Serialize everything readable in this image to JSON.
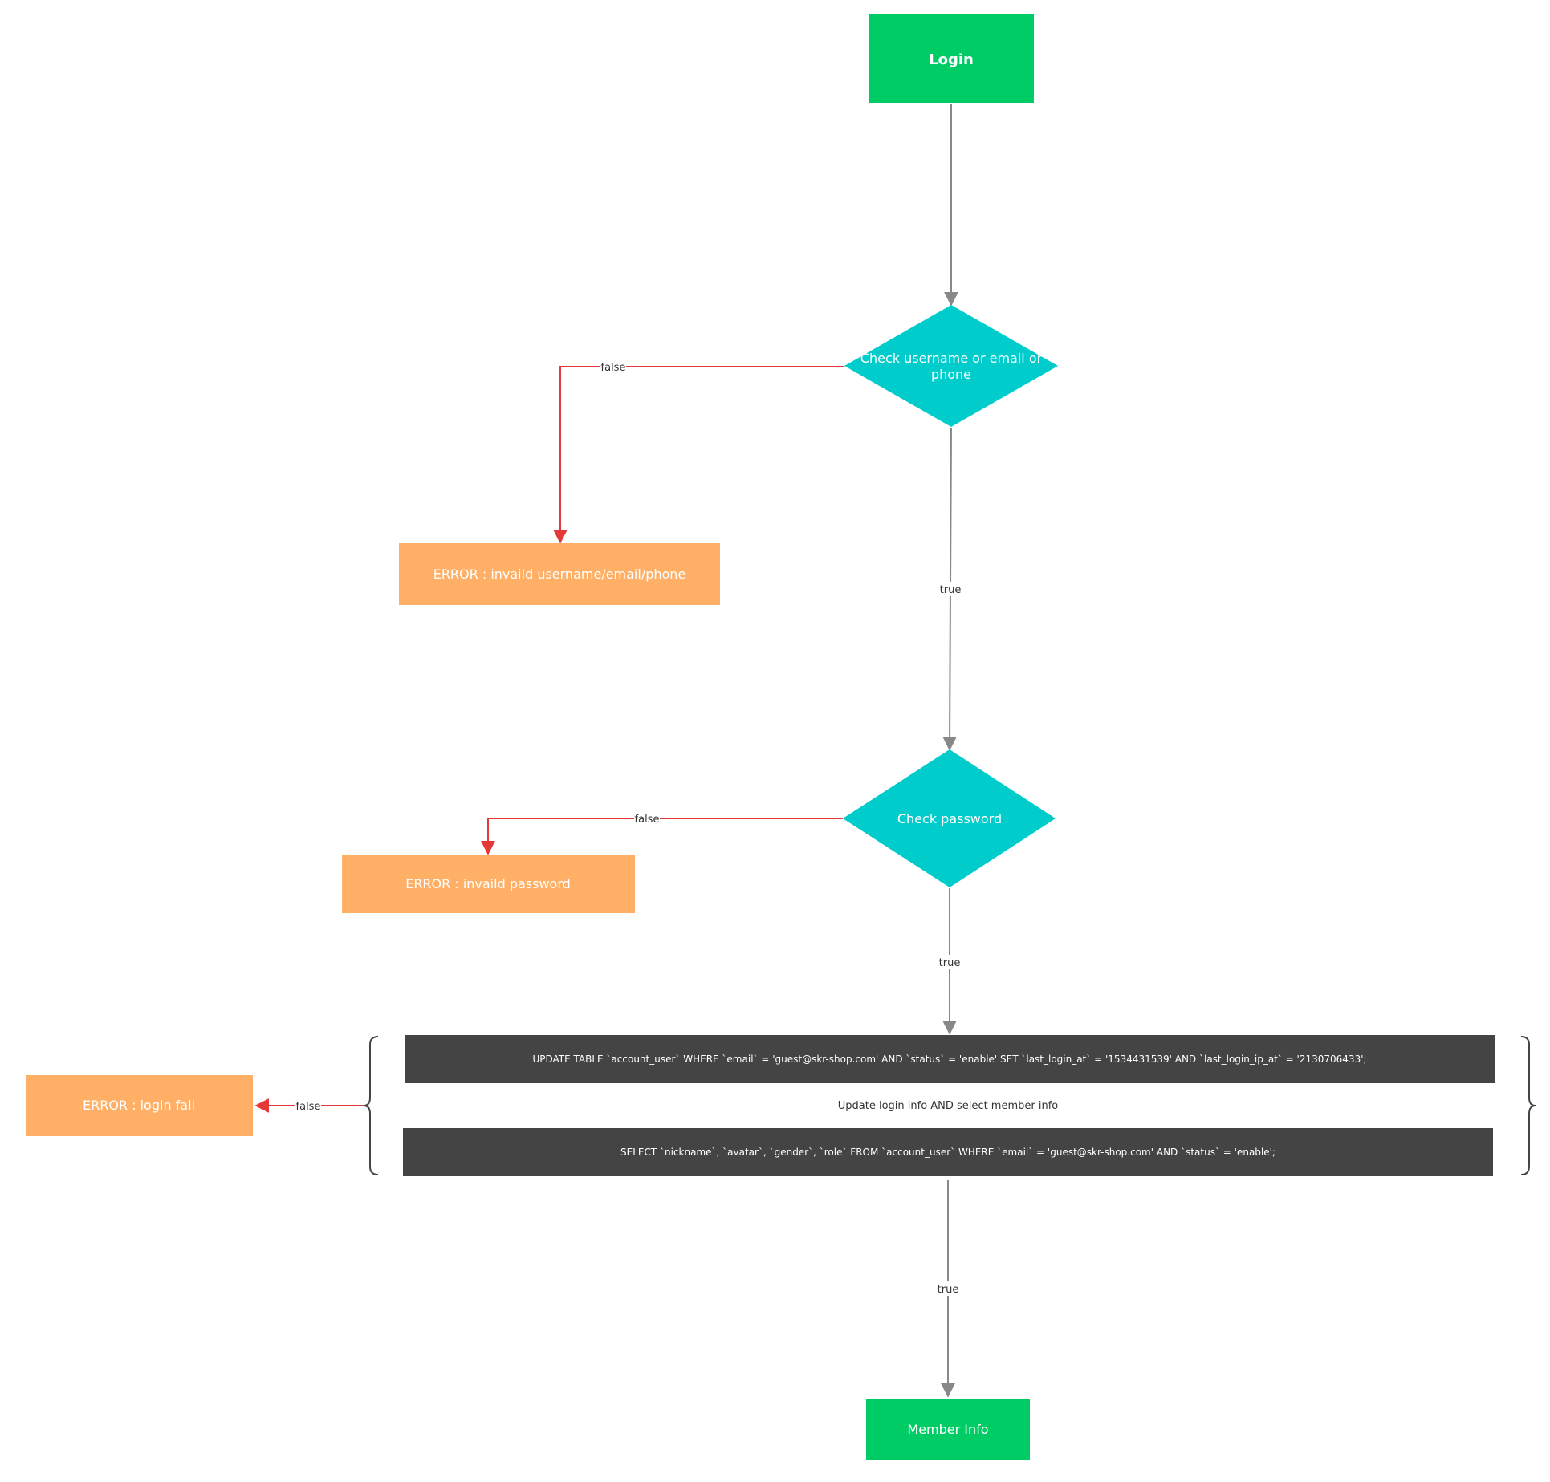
{
  "colors": {
    "start_end": "#00cc66",
    "decision": "#00cccc",
    "error": "#ffb066",
    "sql_block": "#444444",
    "arrow_gray": "#888888",
    "arrow_red": "#e53939",
    "text_light": "#ffffff",
    "text_dark": "#333333"
  },
  "nodes": {
    "login": "Login",
    "check_user": [
      "Check username or email or",
      "phone"
    ],
    "error_user": "ERROR : invaild username/email/phone",
    "check_password": "Check password",
    "error_password": "ERROR : invaild password",
    "sql_update": "UPDATE TABLE `account_user` WHERE `email` = 'guest@skr-shop.com' AND `status` = 'enable' SET `last_login_at` =  '1534431539' AND `last_login_ip_at` = '2130706433';",
    "group_caption": "Update login info AND select member info",
    "sql_select": "SELECT `nickname`, `avatar`, `gender`, `role` FROM `account_user` WHERE `email` = 'guest@skr-shop.com' AND `status` = 'enable';",
    "error_login": "ERROR : login fail",
    "member_info": "Member Info"
  },
  "edge_labels": {
    "user_false": "false",
    "user_true": "true",
    "password_false": "false",
    "password_true": "true",
    "sql_false": "false",
    "sql_true": "true"
  }
}
